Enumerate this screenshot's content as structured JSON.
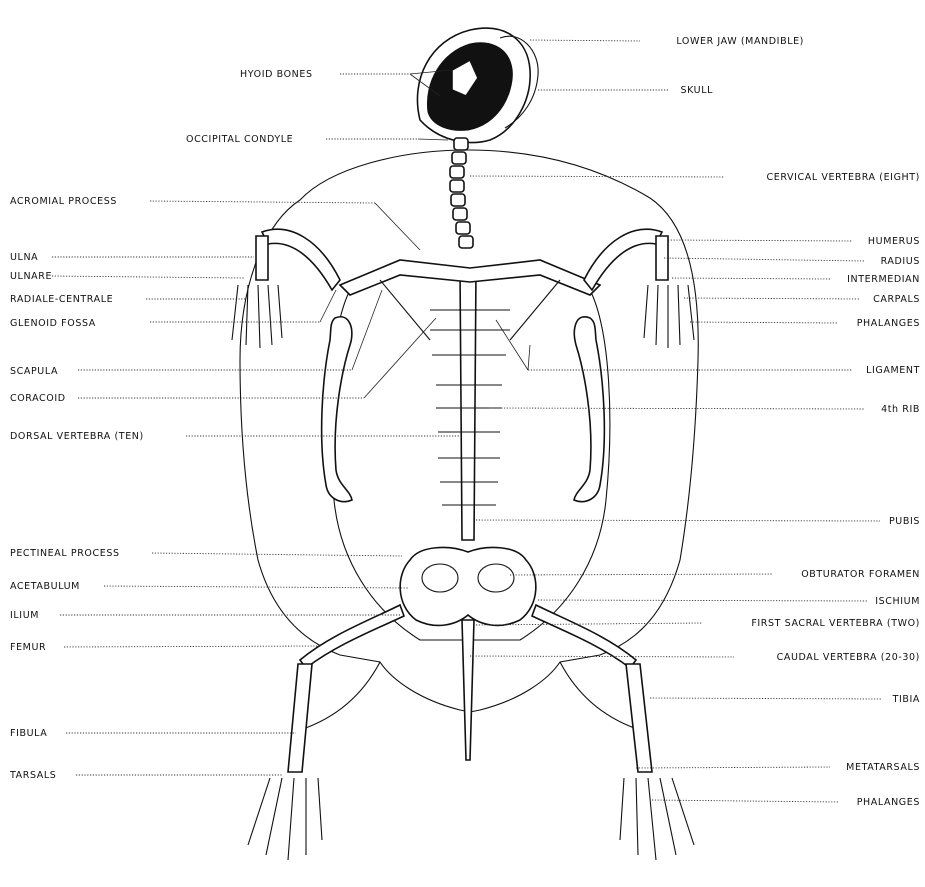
{
  "left_labels": {
    "hyoid_bones": "HYOID BONES",
    "occipital_condyle": "OCCIPITAL CONDYLE",
    "acromial_process": "ACROMIAL PROCESS",
    "ulna": "ULNA",
    "ulnare": "ULNARE",
    "radiale_centrale": "RADIALE-CENTRALE",
    "glenoid_fossa": "GLENOID FOSSA",
    "scapula": "SCAPULA",
    "coracoid": "CORACOID",
    "dorsal_vertebra": "DORSAL VERTEBRA (TEN)",
    "pectineal_process": "PECTINEAL PROCESS",
    "acetabulum": "ACETABULUM",
    "ilium": "ILIUM",
    "femur": "FEMUR",
    "fibula": "FIBULA",
    "tarsals": "TARSALS"
  },
  "right_labels": {
    "lower_jaw": "LOWER JAW (MANDIBLE)",
    "skull": "SKULL",
    "cervical_vertebra": "CERVICAL VERTEBRA (EIGHT)",
    "humerus": "HUMERUS",
    "radius": "RADIUS",
    "intermedian": "INTERMEDIAN",
    "carpals": "CARPALS",
    "phalanges_fore": "PHALANGES",
    "ligament": "LIGAMENT",
    "fourth_rib": "4th RIB",
    "pubis": "PUBIS",
    "obturator_foramen": "OBTURATOR FORAMEN",
    "ischium": "ISCHIUM",
    "first_sacral_vertebra": "FIRST SACRAL VERTEBRA (TWO)",
    "caudal_vertebra": "CAUDAL VERTEBRA (20-30)",
    "tibia": "TIBIA",
    "metatarsals": "METATARSALS",
    "phalanges_hind": "PHALANGES"
  }
}
